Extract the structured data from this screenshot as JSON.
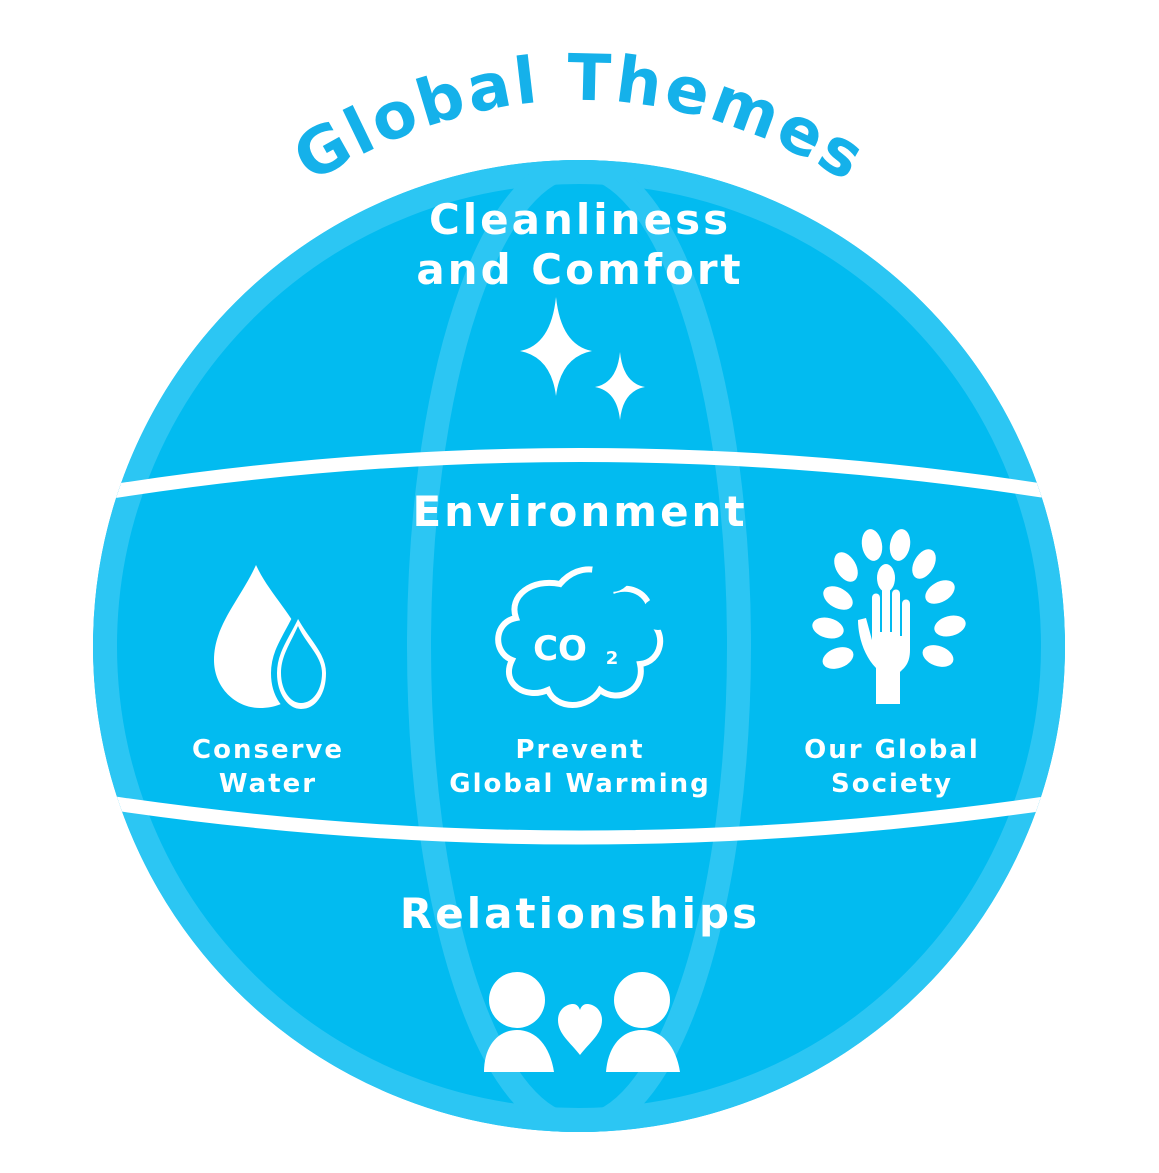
{
  "title": "Global Themes",
  "sections": {
    "cleanliness": {
      "line1": "Cleanliness",
      "line2": "and Comfort"
    },
    "environment": {
      "heading": "Environment",
      "items": [
        {
          "line1": "Conserve",
          "line2": "Water",
          "icon": "water-drops-icon"
        },
        {
          "line1": "Prevent",
          "line2": "Global Warming",
          "icon": "co2-cloud-icon"
        },
        {
          "line1": "Our Global",
          "line2": "Society",
          "icon": "hand-tree-icon"
        }
      ]
    },
    "relationships": {
      "heading": "Relationships"
    }
  },
  "co2_label": {
    "main": "CO",
    "sub": "2"
  },
  "colors": {
    "globe": "#02bbf0",
    "band_light": "#2cc6f3",
    "title": "#15b1ea",
    "white": "#ffffff"
  }
}
